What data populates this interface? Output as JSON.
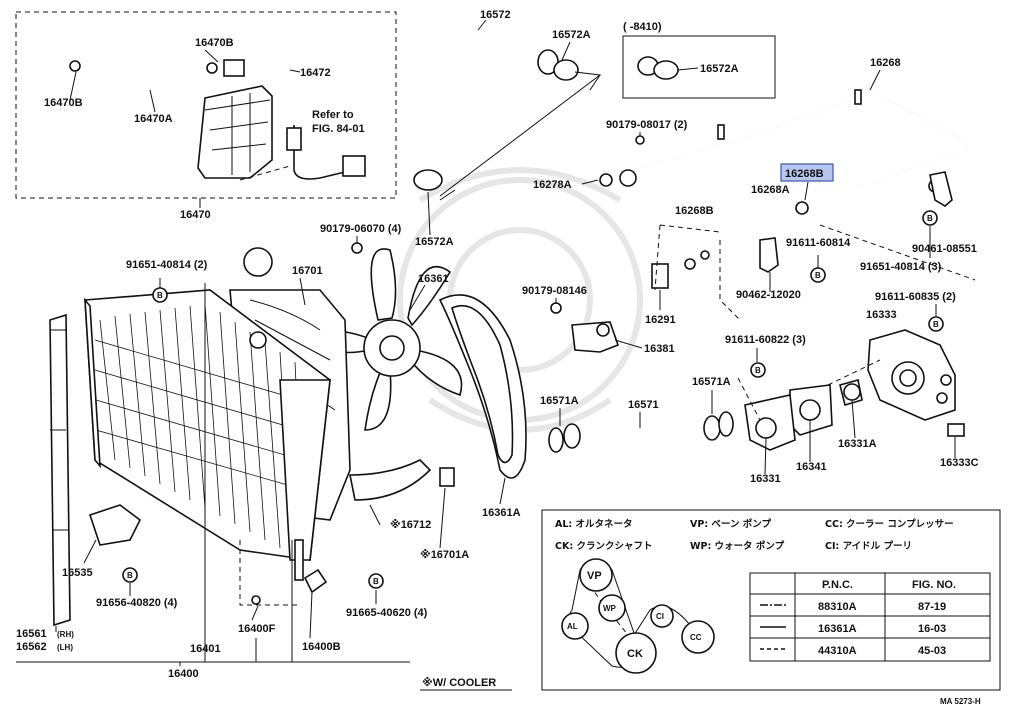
{
  "header": {
    "range_label": "( -8410)"
  },
  "parts": {
    "p16572": "16572",
    "p16572a_top": "16572A",
    "p16572a_inset": "16572A",
    "p16572a_bottom": "16572A",
    "p16268": "16268",
    "p90179_08017": "90179-08017 (2)",
    "p16278a": "16278A",
    "p16268b_hl": "16268B",
    "p16268a": "16268A",
    "p16268b": "16268B",
    "p91611_60814": "91611-60814",
    "p90462_12020": "90462-12020",
    "p16291": "16291",
    "p91651_40814_3": "91651-40814 (3)",
    "p90461_08551": "90461-08551",
    "p91611_60835": "91611-60835 (2)",
    "p16333": "16333",
    "p16333c": "16333C",
    "p16331a": "16331A",
    "p16331": "16331",
    "p16341": "16341",
    "p91611_60822": "91611-60822 (3)",
    "p16571a_l": "16571A",
    "p16571": "16571",
    "p16571a_r": "16571A",
    "p16381": "16381",
    "p90179_08146": "90179-08146",
    "p16361": "16361",
    "p16361a": "16361A",
    "p90179_06070": "90179-06070 (4)",
    "p16701": "16701",
    "p91651_40814_2": "91651-40814 (2)",
    "p16470b_top": "16470B",
    "p16472": "16472",
    "p16470b_left": "16470B",
    "p16470a": "16470A",
    "refer_to": "Refer to",
    "fig_ref": "FIG. 84-01",
    "p16470": "16470",
    "p16712": "※16712",
    "p16701a": "※16701A",
    "p91665_40620": "91665-40620 (4)",
    "p16535": "16535",
    "p91656_40820": "91656-40820 (4)",
    "p16561": "16561",
    "rh": "(RH)",
    "p16562": "16562",
    "lh": "(LH)",
    "p16401": "16401",
    "p16400f": "16400F",
    "p16400b": "16400B",
    "p16400": "16400",
    "cooler_note": "※W/ COOLER",
    "fig_code": "MA 5273-H",
    "circle_b": "B"
  },
  "legend": {
    "al": "AL: オルタネータ",
    "vp": "VP: ベーン ポンプ",
    "cc": "CC: クーラー コンプレッサー",
    "ck": "CK: クランクシャフト",
    "wp": "WP: ウォータ ポンプ",
    "ci": "CI: アイドル プーリ"
  },
  "pulleys": {
    "vp": "VP",
    "wp": "WP",
    "ci": "CI",
    "al": "AL",
    "cc": "CC",
    "ck": "CK"
  },
  "table": {
    "header": [
      "",
      "P.N.C.",
      "FIG. NO."
    ],
    "rows": [
      {
        "line": "dash-dot",
        "pnc": "88310A",
        "fig": "87-19"
      },
      {
        "line": "solid",
        "pnc": "16361A",
        "fig": "16-03"
      },
      {
        "line": "dashed",
        "pnc": "44310A",
        "fig": "45-03"
      }
    ]
  }
}
